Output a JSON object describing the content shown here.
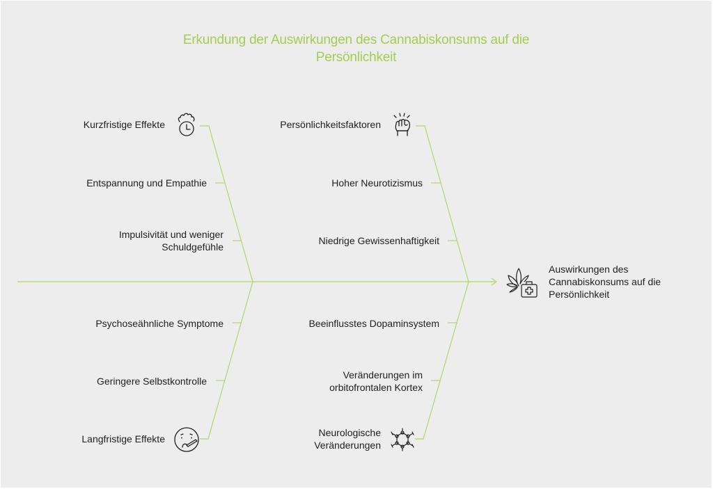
{
  "title": {
    "line1": "Erkundung der Auswirkungen des Cannabiskonsums auf die",
    "line2": "Persönlichkeit"
  },
  "effect": {
    "line1": "Auswirkungen des",
    "line2": "Cannabiskonsums auf die",
    "line3": "Persönlichkeit",
    "icon": "cannabis-medkit-icon"
  },
  "colors": {
    "accent": "#a6cc4f",
    "line": "#b9d97a",
    "text": "#1e1e1e",
    "background": "#ededee"
  },
  "categories": [
    {
      "id": "short-term",
      "label": "Kurzfristige Effekte",
      "icon": "flame-clock-icon",
      "position": "top-left",
      "causes": [
        {
          "line1": "Entspannung und Empathie"
        },
        {
          "line1": "Impulsivität und weniger",
          "line2": "Schuldgefühle"
        }
      ]
    },
    {
      "id": "personality-factors",
      "label": "Persönlichkeitsfaktoren",
      "icon": "raised-fist-icon",
      "position": "top-right",
      "causes": [
        {
          "line1": "Hoher Neurotizismus"
        },
        {
          "line1": "Niedrige Gewissenhaftigkeit"
        }
      ]
    },
    {
      "id": "long-term",
      "label": "Langfristige Effekte",
      "icon": "sick-face-thermometer-icon",
      "position": "bottom-left",
      "causes": [
        {
          "line1": "Psychoseähnliche Symptome"
        },
        {
          "line1": "Geringere Selbstkontrolle"
        }
      ]
    },
    {
      "id": "neurological",
      "label_line1": "Neurologische",
      "label_line2": "Veränderungen",
      "icon": "molecule-icon",
      "position": "bottom-right",
      "causes": [
        {
          "line1": "Beeinflusstes Dopaminsystem"
        },
        {
          "line1": "Veränderungen im",
          "line2": "orbitofrontalen Kortex"
        }
      ]
    }
  ]
}
